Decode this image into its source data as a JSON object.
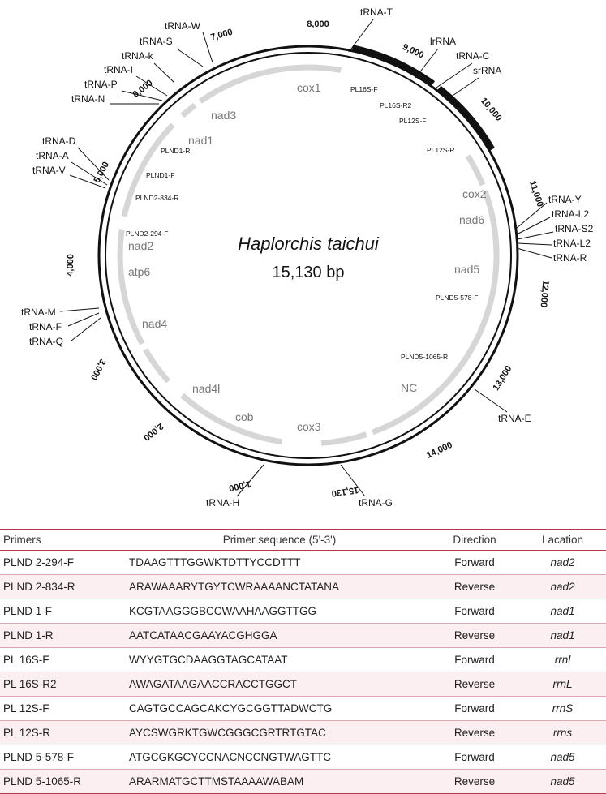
{
  "figure": {
    "species": "Haplorchis taichui",
    "genome_size": "15,130 bp",
    "genes": [
      {
        "id": "cox1",
        "label": "cox1"
      },
      {
        "id": "nad3",
        "label": "nad3"
      },
      {
        "id": "nad1",
        "label": "nad1"
      },
      {
        "id": "nad2",
        "label": "nad2"
      },
      {
        "id": "atp6",
        "label": "atp6"
      },
      {
        "id": "nad4",
        "label": "nad4"
      },
      {
        "id": "nad4l",
        "label": "nad4l"
      },
      {
        "id": "cob",
        "label": "cob"
      },
      {
        "id": "cox3",
        "label": "cox3"
      },
      {
        "id": "nc",
        "label": "NC"
      },
      {
        "id": "nad5",
        "label": "nad5"
      },
      {
        "id": "nad6",
        "label": "nad6"
      },
      {
        "id": "cox2",
        "label": "cox2"
      },
      {
        "id": "lrrna",
        "label": "lrRNA"
      },
      {
        "id": "srrna",
        "label": "srRNA"
      }
    ],
    "trnas": [
      {
        "id": "t",
        "label": "tRNA-T"
      },
      {
        "id": "c",
        "label": "tRNA-C"
      },
      {
        "id": "w",
        "label": "tRNA-W"
      },
      {
        "id": "s",
        "label": "tRNA-S"
      },
      {
        "id": "k",
        "label": "tRNA-k"
      },
      {
        "id": "i",
        "label": "tRNA-I"
      },
      {
        "id": "p",
        "label": "tRNA-P"
      },
      {
        "id": "n",
        "label": "tRNA-N"
      },
      {
        "id": "d",
        "label": "tRNA-D"
      },
      {
        "id": "a",
        "label": "tRNA-A"
      },
      {
        "id": "v",
        "label": "tRNA-V"
      },
      {
        "id": "m",
        "label": "tRNA-M"
      },
      {
        "id": "f",
        "label": "tRNA-F"
      },
      {
        "id": "q",
        "label": "tRNA-Q"
      },
      {
        "id": "h",
        "label": "tRNA-H"
      },
      {
        "id": "g",
        "label": "tRNA-G"
      },
      {
        "id": "e",
        "label": "tRNA-E"
      },
      {
        "id": "y",
        "label": "tRNA-Y"
      },
      {
        "id": "l2a",
        "label": "tRNA-L2"
      },
      {
        "id": "s2",
        "label": "tRNA-S2"
      },
      {
        "id": "l2b",
        "label": "tRNA-L2"
      },
      {
        "id": "r",
        "label": "tRNA-R"
      }
    ],
    "primer_sites": [
      {
        "id": "pl16sf",
        "label": "PL16S-F"
      },
      {
        "id": "pl16sr2",
        "label": "PL16S-R2"
      },
      {
        "id": "pl12sf",
        "label": "PL12S-F"
      },
      {
        "id": "pl12sr",
        "label": "PL12S-R"
      },
      {
        "id": "plnd1r",
        "label": "PLND1-R"
      },
      {
        "id": "plnd1f",
        "label": "PLND1-F"
      },
      {
        "id": "plnd2834r",
        "label": "PLND2-834-R"
      },
      {
        "id": "plnd2294f",
        "label": "PLND2-294-F"
      },
      {
        "id": "plnd5578f",
        "label": "PLND5-578-F"
      },
      {
        "id": "plnd51065r",
        "label": "PLND5-1065-R"
      }
    ],
    "scale_marks": [
      {
        "id": "1000",
        "label": "1,000"
      },
      {
        "id": "2000",
        "label": "2,000"
      },
      {
        "id": "3000",
        "label": "3,000"
      },
      {
        "id": "4000",
        "label": "4,000"
      },
      {
        "id": "5000",
        "label": "5,000"
      },
      {
        "id": "6000",
        "label": "6,000"
      },
      {
        "id": "7000",
        "label": "7,000"
      },
      {
        "id": "8000",
        "label": "8,000"
      },
      {
        "id": "9000",
        "label": "9,000"
      },
      {
        "id": "10000",
        "label": "10,000"
      },
      {
        "id": "11000",
        "label": "11,000"
      },
      {
        "id": "12000",
        "label": "12,000"
      },
      {
        "id": "13000",
        "label": "13,000"
      },
      {
        "id": "14000",
        "label": "14,000"
      },
      {
        "id": "15130",
        "label": "15,130"
      }
    ]
  },
  "table": {
    "headers": {
      "primers": "Primers",
      "sequence": "Primer sequence (5'-3')",
      "direction": "Direction",
      "location": "Lacation"
    },
    "rows": [
      {
        "primer": "PLND 2-294-F",
        "sequence": "TDAAGTTTGGWKTDTTYCCDTTT",
        "direction": "Forward",
        "location": "nad2"
      },
      {
        "primer": "PLND 2-834-R",
        "sequence": "ARAWAAARYTGYTCWRAAAANCTATANA",
        "direction": "Reverse",
        "location": "nad2"
      },
      {
        "primer": "PLND 1-F",
        "sequence": "KCGTAAGGGBCCWAAHAAGGTTGG",
        "direction": "Forward",
        "location": "nad1"
      },
      {
        "primer": "PLND 1-R",
        "sequence": "AATCATAACGAAYACGHGGA",
        "direction": "Reverse",
        "location": "nad1"
      },
      {
        "primer": "PL 16S-F",
        "sequence": "WYYGTGCDAAGGTAGCATAAT",
        "direction": "Forward",
        "location": "rrnl"
      },
      {
        "primer": "PL 16S-R2",
        "sequence": "AWAGATAAGAACCRACCTGGCT",
        "direction": "Reverse",
        "location": "rrnL"
      },
      {
        "primer": "PL 12S-F",
        "sequence": "CAGTGCCAGCAKCYGCGGTTADWCTG",
        "direction": "Forward",
        "location": "rrnS"
      },
      {
        "primer": "PL 12S-R",
        "sequence": "AYCSWGRKTGWCGGGCGRTRTGTAC",
        "direction": "Reverse",
        "location": "rrns"
      },
      {
        "primer": "PLND 5-578-F",
        "sequence": "ATGCGKGCYCCNACNCCNGTWAGTTC",
        "direction": "Forward",
        "location": "nad5"
      },
      {
        "primer": "PLND 5-1065-R",
        "sequence": "ARARMATGCTTMSTAAAAWABAM",
        "direction": "Reverse",
        "location": "nad5"
      }
    ]
  }
}
